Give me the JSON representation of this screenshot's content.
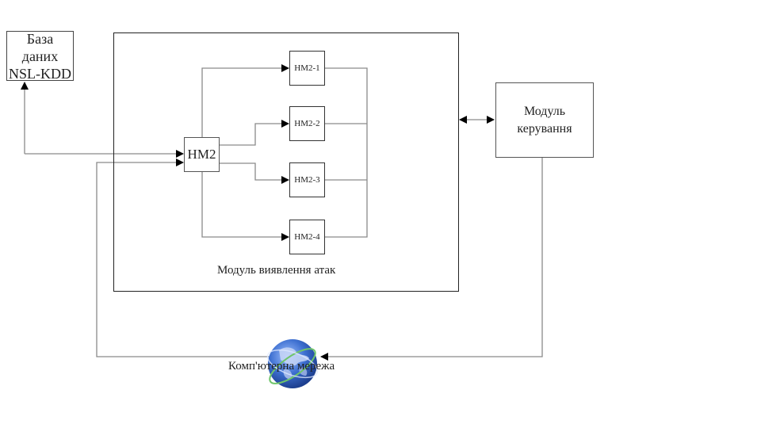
{
  "diagram": {
    "database": {
      "line1": "База даних",
      "line2": "NSL-KDD"
    },
    "control_module": {
      "line1": "Модуль",
      "line2": "керування"
    },
    "detection_module": {
      "label": "Модуль виявлення атак",
      "main_network": "НМ2",
      "sub_networks": [
        "НМ2-1",
        "НМ2-2",
        "НМ2-3",
        "НМ2-4"
      ]
    },
    "network": {
      "label": "Комп'ютерна мережа",
      "icon": "globe-icon"
    },
    "colors": {
      "line": "#8a8a8a",
      "arrow": "#000000",
      "globe_ocean": "#3d6fd0",
      "globe_land": "#b8c8f0",
      "globe_ring": "#6fc56a"
    }
  }
}
